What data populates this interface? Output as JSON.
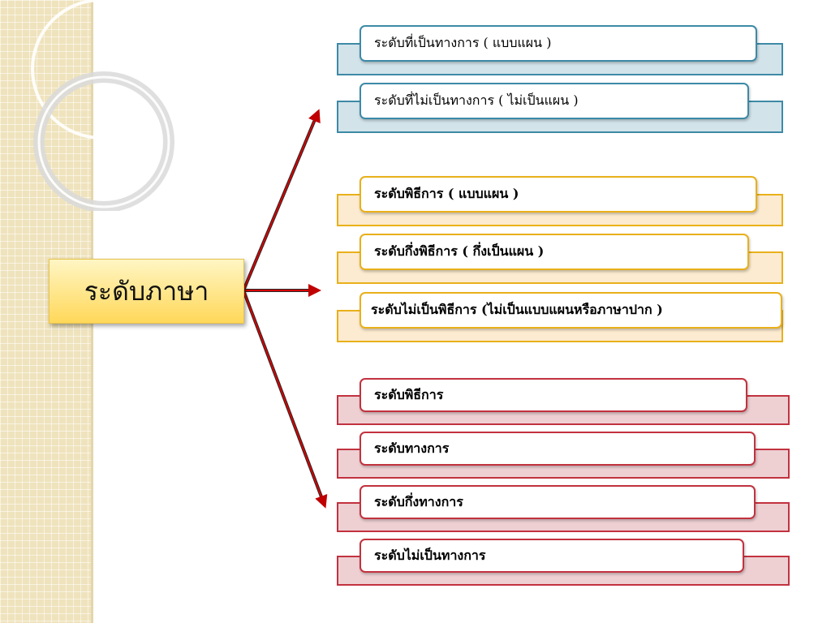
{
  "main_label": "ระดับภาษา",
  "colors": {
    "blue": "#3d8aa6",
    "yellow": "#e9b01a",
    "red": "#c2323f",
    "arrow": "#c00000",
    "main_fill": "#ffd85a"
  },
  "groups": [
    {
      "color": "blue",
      "items": [
        "ระดับที่เป็นทางการ ( แบบแผน )",
        "ระดับที่ไม่เป็นทางการ ( ไม่เป็นแผน )"
      ]
    },
    {
      "color": "yellow",
      "items": [
        "ระดับพิธีการ ( แบบแผน )",
        "ระดับกึ่งพิธีการ ( กึ่งเป็นแผน )",
        "ระดับไม่เป็นพิธีการ (ไม่เป็นแบบแผนหรือภาษาปาก )"
      ]
    },
    {
      "color": "red",
      "items": [
        "ระดับพิธีการ",
        "ระดับทางการ",
        "ระดับกึ่งทางการ",
        "ระดับไม่เป็นทางการ"
      ]
    }
  ]
}
